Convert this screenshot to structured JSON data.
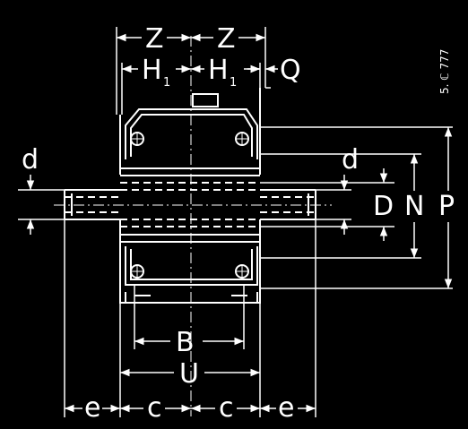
{
  "drawing_code": "5. ℂ 777",
  "dimensions": {
    "z_left": "Z",
    "z_right": "Z",
    "h1_left": "H",
    "h1_left_sub": "1",
    "h1_right": "H",
    "h1_right_sub": "1",
    "q": "Q",
    "d_left": "d",
    "d_right": "d",
    "D": "D",
    "N": "N",
    "P": "P",
    "B": "B",
    "U": "U",
    "e_left": "e",
    "c_left": "c",
    "c_right": "c",
    "e_right": "e"
  },
  "colors": {
    "background": "#000000",
    "line": "#ffffff"
  }
}
